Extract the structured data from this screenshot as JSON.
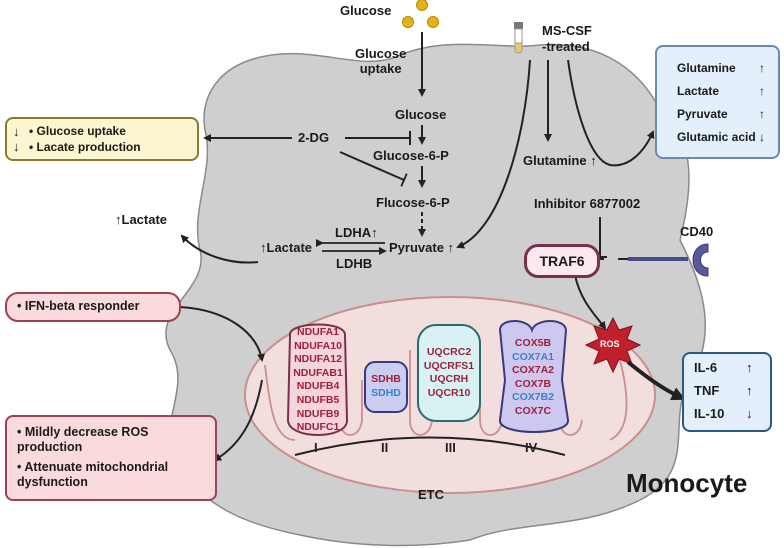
{
  "colors": {
    "cell_fill": "#cfcfcf",
    "mito_fill": "#f3dede",
    "yellow_box": "#fbf5d0",
    "red_box": "#fadadd",
    "blue_box": "#e3effa",
    "complex_I": "#f5d5dc",
    "complex_II": "#c9cdf0",
    "complex_III": "#d8f2f3",
    "complex_IV": "#ccc8ef",
    "gene_red": "#a0203a",
    "gene_blue": "#3b82c4",
    "ros": "#c0202e"
  },
  "icons": [
    "glucose-molecules-icon",
    "test-tube-icon",
    "cd40-receptor-icon",
    "ros-burst-icon"
  ],
  "labels": {
    "glucose_top": "Glucose",
    "glucose_uptake": "Glucose\nuptake",
    "ms_csf": "MS-CSF\n-treated",
    "glucose": "Glucose",
    "glucose6p": "Glucose-6-P",
    "fructose6p": "Flucose-6-P",
    "two_dg": "2-DG",
    "glutamine": "Glutamine",
    "inhibitor": "Inhibitor 6877002",
    "cd40": "CD40",
    "traf6": "TRAF6",
    "lactate_out": "Lactate",
    "lactate": "Lactate",
    "pyruvate": "Pyruvate",
    "ldha": "LDHA",
    "ldhb": "LDHB",
    "ros": "ROS",
    "etc": "ETC",
    "monocyte": "Monocyte"
  },
  "boxes": {
    "dg_effects": [
      "Glucose uptake",
      "Lacate production"
    ],
    "metabolites": [
      {
        "name": "Glutamine",
        "arrow": "↑"
      },
      {
        "name": "Lactate",
        "arrow": "↑"
      },
      {
        "name": "Pyruvate",
        "arrow": "↑"
      },
      {
        "name": "Glutamic acid",
        "arrow": "↓"
      }
    ],
    "ifn": "IFN-beta responder",
    "mitigate": [
      "Mildly decrease ROS\nproduction",
      "Attenuate mitochondrial\ndysfunction"
    ],
    "cytokines": [
      {
        "name": "IL-6",
        "arrow": "↑"
      },
      {
        "name": "TNF",
        "arrow": "↑"
      },
      {
        "name": "IL-10",
        "arrow": "↓"
      }
    ]
  },
  "complexes": [
    {
      "roman": "I",
      "genes": [
        {
          "name": "NDUFA1",
          "color": "red"
        },
        {
          "name": "NDUFA10",
          "color": "red"
        },
        {
          "name": "NDUFA12",
          "color": "red"
        },
        {
          "name": "NDUFAB1",
          "color": "red"
        },
        {
          "name": "NDUFB4",
          "color": "red"
        },
        {
          "name": "NDUFB5",
          "color": "red"
        },
        {
          "name": "NDUFB9",
          "color": "red"
        },
        {
          "name": "NDUFC1",
          "color": "red"
        }
      ]
    },
    {
      "roman": "II",
      "genes": [
        {
          "name": "SDHB",
          "color": "red"
        },
        {
          "name": "SDHD",
          "color": "blue"
        }
      ]
    },
    {
      "roman": "III",
      "genes": [
        {
          "name": "UQCRC2",
          "color": "red"
        },
        {
          "name": "UQCRFS1",
          "color": "red"
        },
        {
          "name": "UQCRH",
          "color": "red"
        },
        {
          "name": "UQCR10",
          "color": "red"
        }
      ]
    },
    {
      "roman": "IV",
      "genes": [
        {
          "name": "COX5B",
          "color": "red"
        },
        {
          "name": "COX7A1",
          "color": "blue"
        },
        {
          "name": "COX7A2",
          "color": "red"
        },
        {
          "name": "COX7B",
          "color": "red"
        },
        {
          "name": "COX7B2",
          "color": "blue"
        },
        {
          "name": "COX7C",
          "color": "red"
        }
      ]
    }
  ]
}
